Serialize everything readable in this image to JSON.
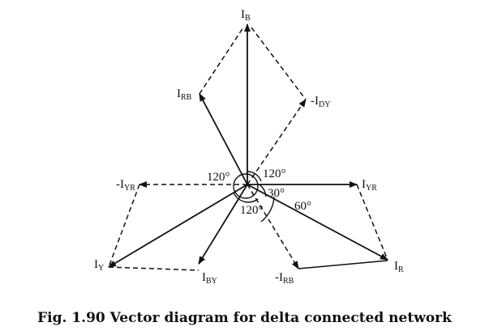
{
  "diagram": {
    "labels": {
      "ib": {
        "main": "I",
        "sub": "B"
      },
      "irb": {
        "main": "I",
        "sub": "RB"
      },
      "nidy": {
        "main": "-I",
        "sub": "DY"
      },
      "niyr": {
        "main": "-I",
        "sub": "YR"
      },
      "iyr": {
        "main": "I",
        "sub": "YR"
      },
      "iy": {
        "main": "I",
        "sub": "Y"
      },
      "iby": {
        "main": "I",
        "sub": "BY"
      },
      "nirb": {
        "main": "-I",
        "sub": "RB"
      },
      "ir": {
        "main": "I",
        "sub": "R"
      }
    },
    "angles": {
      "a120_left": "120°",
      "a120_right": "120°",
      "a30": "30°",
      "a120_bottom": "120°",
      "a60": "60°"
    }
  },
  "caption": "Fig. 1.90 Vector diagram for delta connected network"
}
